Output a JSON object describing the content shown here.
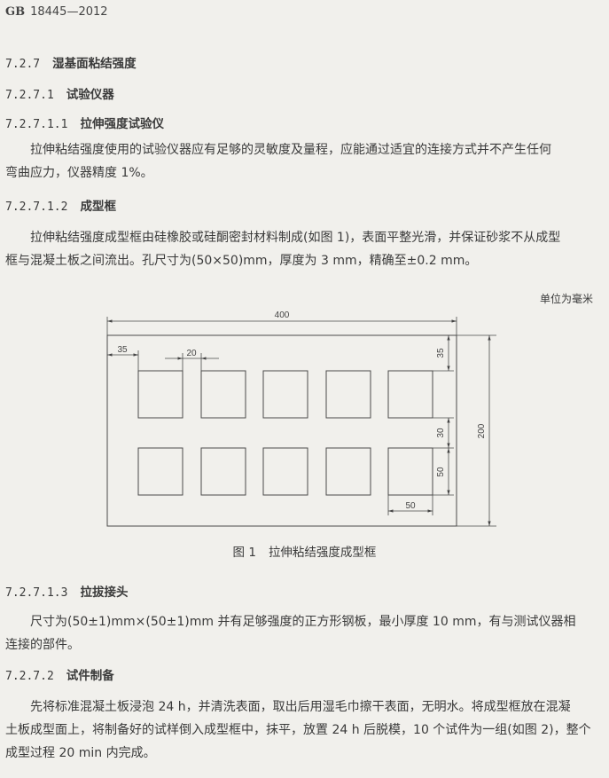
{
  "header": {
    "std": "GB",
    "num": "18445—2012"
  },
  "sections": [
    {
      "num": "7.2.7",
      "title": "湿基面粘结强度"
    },
    {
      "num": "7.2.7.1",
      "title": "试验仪器"
    },
    {
      "num": "7.2.7.1.1",
      "title": "拉伸强度试验仪"
    },
    {
      "num": "7.2.7.1.2",
      "title": "成型框"
    },
    {
      "num": "7.2.7.1.3",
      "title": "拉拔接头"
    },
    {
      "num": "7.2.7.2",
      "title": "试件制备"
    }
  ],
  "paragraphs": [
    {
      "lines": [
        "拉伸粘结强度使用的试验仪器应有足够的灵敏度及量程，应能通过适宜的连接方式并不产生任何",
        "弯曲应力，仪器精度 1%。"
      ]
    },
    {
      "lines": [
        "拉伸粘结强度成型框由硅橡胶或硅酮密封材料制成(如图 1)，表面平整光滑，并保证砂浆不从成型",
        "框与混凝土板之间流出。孔尺寸为(50×50)mm，厚度为 3 mm，精确至±0.2 mm。"
      ]
    },
    {
      "lines": [
        "尺寸为(50±1)mm×(50±1)mm 并有足够强度的正方形钢板，最小厚度 10 mm，有与测试仪器相",
        "连接的部件。"
      ]
    },
    {
      "lines": [
        "先将标准混凝土板浸泡 24 h，并清洗表面，取出后用湿毛巾擦干表面，无明水。将成型框放在混凝",
        "土板成型面上，将制备好的试样倒入成型框中，抹平，放置 24 h 后脱模，10 个试件为一组(如图 2)，整个",
        "成型过程 20 min 内完成。"
      ]
    }
  ],
  "figure": {
    "unit_note": "单位为毫米",
    "caption_num": "图 1",
    "caption_title": "拉伸粘结强度成型框",
    "dims": {
      "width": "400",
      "height": "200",
      "left_margin": "35",
      "gap": "20",
      "top_margin": "35",
      "row_gap": "30",
      "hole_side": "50",
      "hole_width": "50"
    }
  }
}
